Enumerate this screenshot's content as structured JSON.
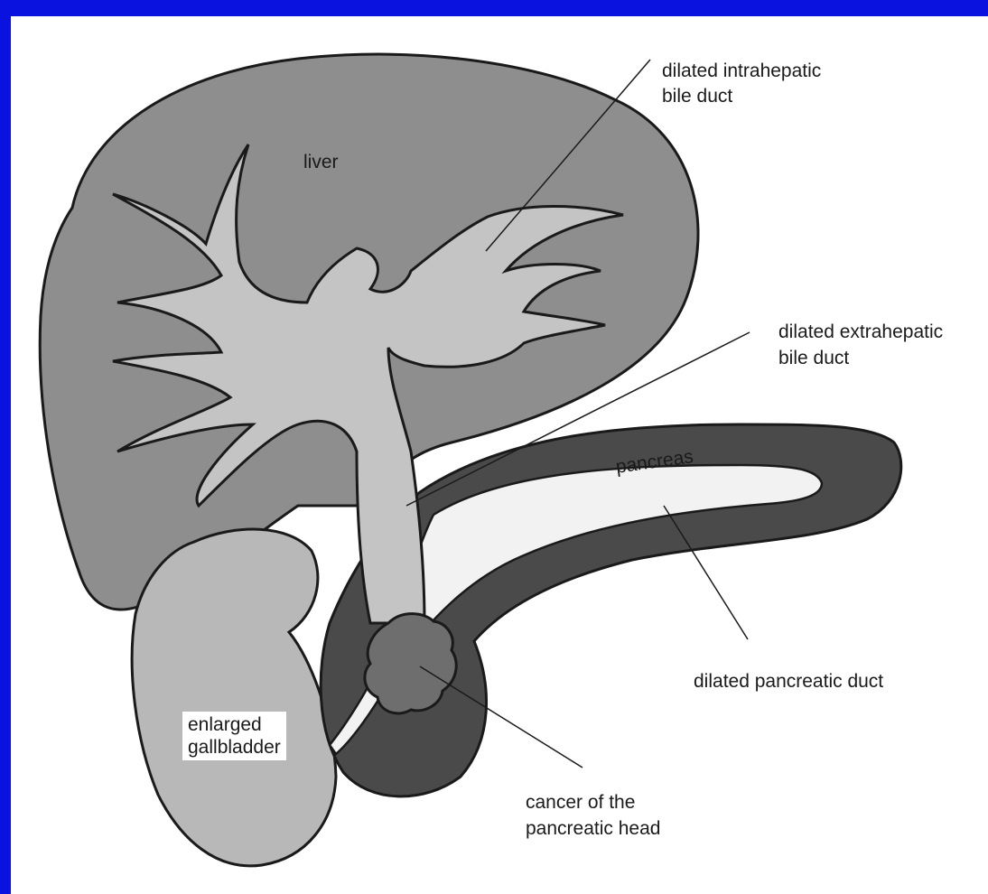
{
  "colors": {
    "frame": "#0a12e0",
    "paper": "#ffffff",
    "liver": "#8e8e8e",
    "duct": "#c4c4c4",
    "gallbladder": "#b8b8b8",
    "pancreas": "#4a4a4a",
    "pancreatic_duct": "#f2f2f2",
    "tumor": "#6e6e6e",
    "outline": "#1a1a1a"
  },
  "labels": {
    "liver": "liver",
    "pancreas": "pancreas",
    "intrahepatic_line1": "dilated intrahepatic",
    "intrahepatic_line2": "bile duct",
    "extrahepatic_line1": "dilated extrahepatic",
    "extrahepatic_line2": "bile duct",
    "pancreatic_duct": "dilated pancreatic duct",
    "cancer_line1": "cancer of the",
    "cancer_line2": "pancreatic head",
    "gallbladder_line1": "enlarged",
    "gallbladder_line2": "gallbladder"
  }
}
